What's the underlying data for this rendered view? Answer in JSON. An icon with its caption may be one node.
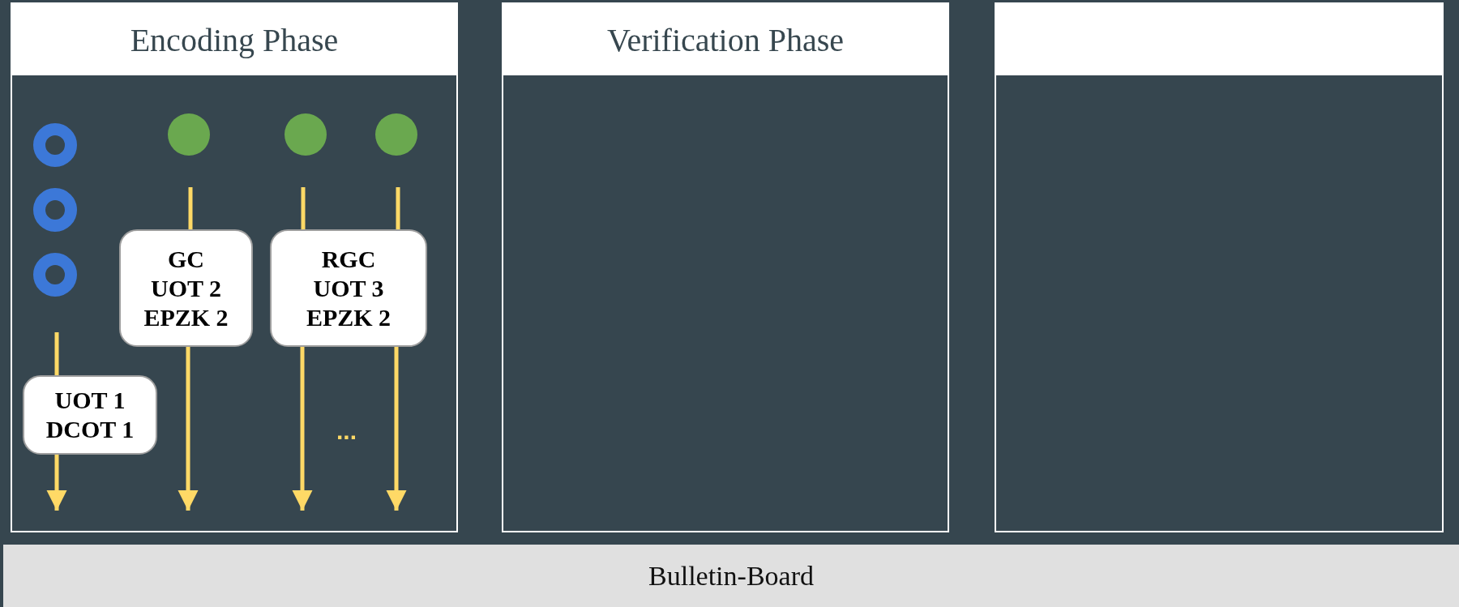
{
  "diagram": {
    "nodes": [
      {
        "text": [
          "Encoding Phase"
        ]
      },
      {
        "text": [
          "Verification Phase"
        ]
      },
      {
        "text": [],
        "shape": "box"
      },
      {
        "text": [],
        "shape": "circle",
        "in": 0
      },
      {
        "text": [],
        "shape": "circle",
        "in": 0
      },
      {
        "text": [],
        "shape": "circle",
        "in": 0
      },
      {
        "text": [],
        "shape": "circle",
        "in": 0
      },
      {
        "text": [],
        "shape": "circle",
        "in": 0
      },
      {
        "text": [],
        "shape": "circle",
        "in": 0
      },
      {
        "text": [
          "GC UOT 2 EPZK 2"
        ],
        "in": 0
      },
      {
        "text": [
          "RGC UOT 3 EPZK 2"
        ],
        "in": 0
      },
      {
        "text": [
          "UOT 1 DCOT 1"
        ],
        "in": 0
      },
      {
        "text": [
          "Bulletin-Board"
        ]
      }
    ],
    "edges": [
      {
        "from": null,
        "to": 11,
        "arrow": "none"
      },
      {
        "from": null,
        "to": 9,
        "arrow": "none"
      },
      {
        "from": null,
        "to": 10,
        "arrow": "none"
      },
      {
        "from": null,
        "to": 10,
        "arrow": "none"
      },
      {
        "from": 11,
        "to": null,
        "arrow": "to"
      },
      {
        "from": 9,
        "to": null,
        "arrow": "to"
      },
      {
        "from": 10,
        "to": null,
        "arrow": "to"
      },
      {
        "from": 10,
        "to": null,
        "arrow": "to"
      }
    ],
    "labels": [
      "..."
    ]
  }
}
